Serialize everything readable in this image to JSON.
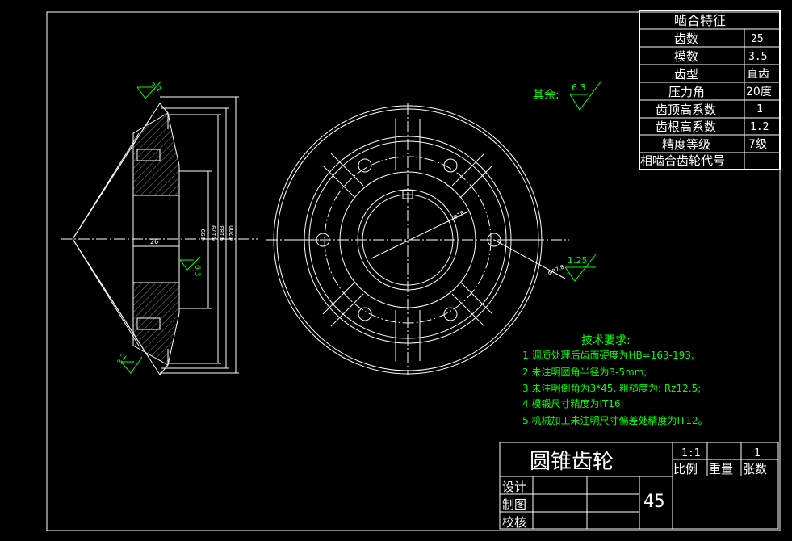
{
  "colors": {
    "background": "#000000",
    "line": "#ffffff",
    "annotation": "#00ff00",
    "hatch": "#8a8a8a",
    "table_border": "#ffffff"
  },
  "mesh_table": {
    "title": "啮合特征",
    "rows": [
      {
        "label": "齿数",
        "value": "25"
      },
      {
        "label": "模数",
        "value": "3.5"
      },
      {
        "label": "齿型",
        "value": "直齿"
      },
      {
        "label": "压力角",
        "value": "20度"
      },
      {
        "label": "齿顶高系数",
        "value": "1"
      },
      {
        "label": "齿根高系数",
        "value": "1.2"
      },
      {
        "label": "精度等级",
        "value": "7级"
      },
      {
        "label": "相啮合齿轮代号",
        "value": ""
      }
    ]
  },
  "roughness_remainder": {
    "label": "其余:",
    "value": "6.3"
  },
  "roughness_marks": {
    "top_left": "3.2",
    "bottom_left": "3.2",
    "bore": "6.3",
    "right": "1.25"
  },
  "dimensions": {
    "width": "26",
    "d1": "Φ99",
    "d2": "Φ179",
    "d3": "Φ183",
    "d4": "Φ200",
    "hole_dia": "Φ18",
    "bore": "Φ87.8"
  },
  "tech_requirements": {
    "heading": "技术要求:",
    "items": [
      "1.调质处理后齿面硬度为HB=163-193;",
      "2.未注明圆角半径为3-5mm;",
      "3.未注明倒角为3*45, 粗糙度为: Rz12.5;",
      "4.模锻尺寸精度为IT16;",
      "5.机械加工未注明尺寸偏差处精度为IT12。"
    ]
  },
  "title_block": {
    "part_name": "圆锥齿轮",
    "scale_value": "1:1",
    "count_value": "1",
    "scale_label": "比例",
    "weight_label": "重量",
    "count_label": "张数",
    "design": "设计",
    "drawing": "制图",
    "check": "校核",
    "material": "45"
  }
}
